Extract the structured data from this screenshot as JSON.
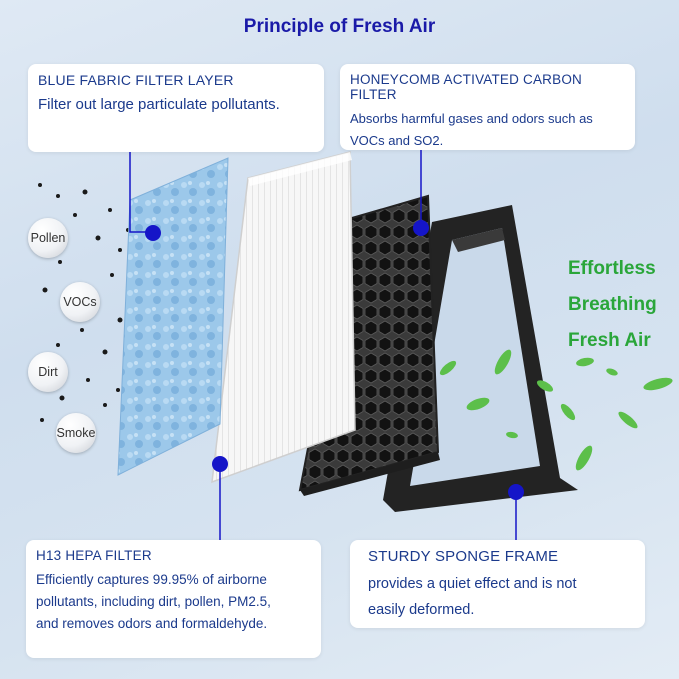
{
  "title": "Principle of Fresh Air",
  "cards": {
    "blue_fabric": {
      "heading": "BLUE FABRIC FILTER LAYER",
      "body": "Filter out large particulate pollutants."
    },
    "honeycomb": {
      "heading": "HONEYCOMB ACTIVATED CARBON FILTER",
      "body_line1": "Absorbs harmful gases and odors such as",
      "body_line2": "VOCs and SO2."
    },
    "hepa": {
      "heading": "H13 HEPA FILTER",
      "body_line1": "Efficiently captures 99.95% of airborne",
      "body_line2": "pollutants, including dirt, pollen, PM2.5,",
      "body_line3": "and removes odors and formaldehyde."
    },
    "sponge": {
      "heading": "STURDY SPONGE FRAME",
      "body_line1": "provides a quiet effect and is not",
      "body_line2": "easily deformed."
    }
  },
  "tagline": [
    "Effortless",
    "Breathing",
    "Fresh Air"
  ],
  "pollutants": [
    "Pollen",
    "VOCs",
    "Dirt",
    "Smoke"
  ],
  "colors": {
    "title": "#1a1aa8",
    "card_text": "#1b3a8c",
    "tagline": "#2aa63a",
    "marker": "#1515c8",
    "blue_filter": "#8fbfe6",
    "carbon": "#2b2b2b",
    "sponge": "#1e1e1e",
    "leaf": "#5cbf4a"
  }
}
